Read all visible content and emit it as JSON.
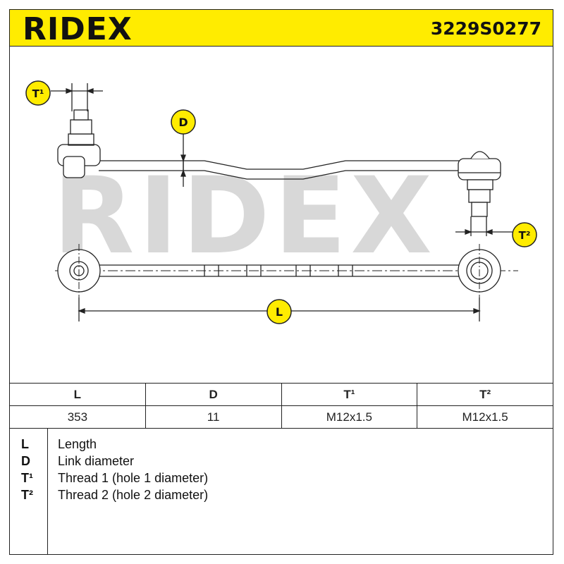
{
  "header": {
    "brand": "RIDEX",
    "part_number": "3229S0277"
  },
  "watermark": "RIDEX",
  "labels": {
    "t1": "T¹",
    "t2": "T²",
    "d": "D",
    "l": "L"
  },
  "spec_table": {
    "headers": [
      "L",
      "D",
      "T¹",
      "T²"
    ],
    "values": [
      "353",
      "11",
      "M12x1.5",
      "M12x1.5"
    ]
  },
  "legend": [
    {
      "symbol": "L",
      "text": "Length"
    },
    {
      "symbol": "D",
      "text": "Link diameter"
    },
    {
      "symbol": "T¹",
      "text": "Thread 1 (hole 1 diameter)"
    },
    {
      "symbol": "T²",
      "text": "Thread 2 (hole 2 diameter)"
    }
  ],
  "colors": {
    "accent": "#ffec00",
    "line": "#222222",
    "watermark": "#d8d8d8"
  }
}
